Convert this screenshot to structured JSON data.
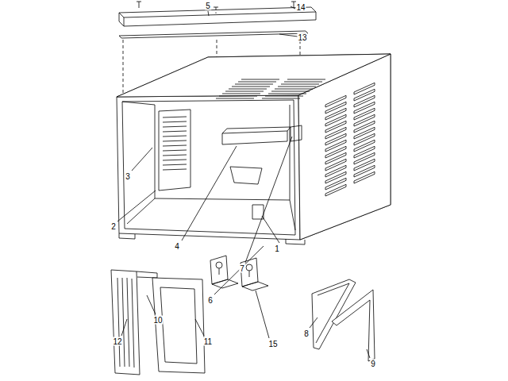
{
  "diagram": {
    "labels": [
      "5",
      "14",
      "13",
      "3",
      "2",
      "4",
      "7",
      "1",
      "6",
      "10",
      "12",
      "11",
      "15",
      "8",
      "9"
    ]
  }
}
